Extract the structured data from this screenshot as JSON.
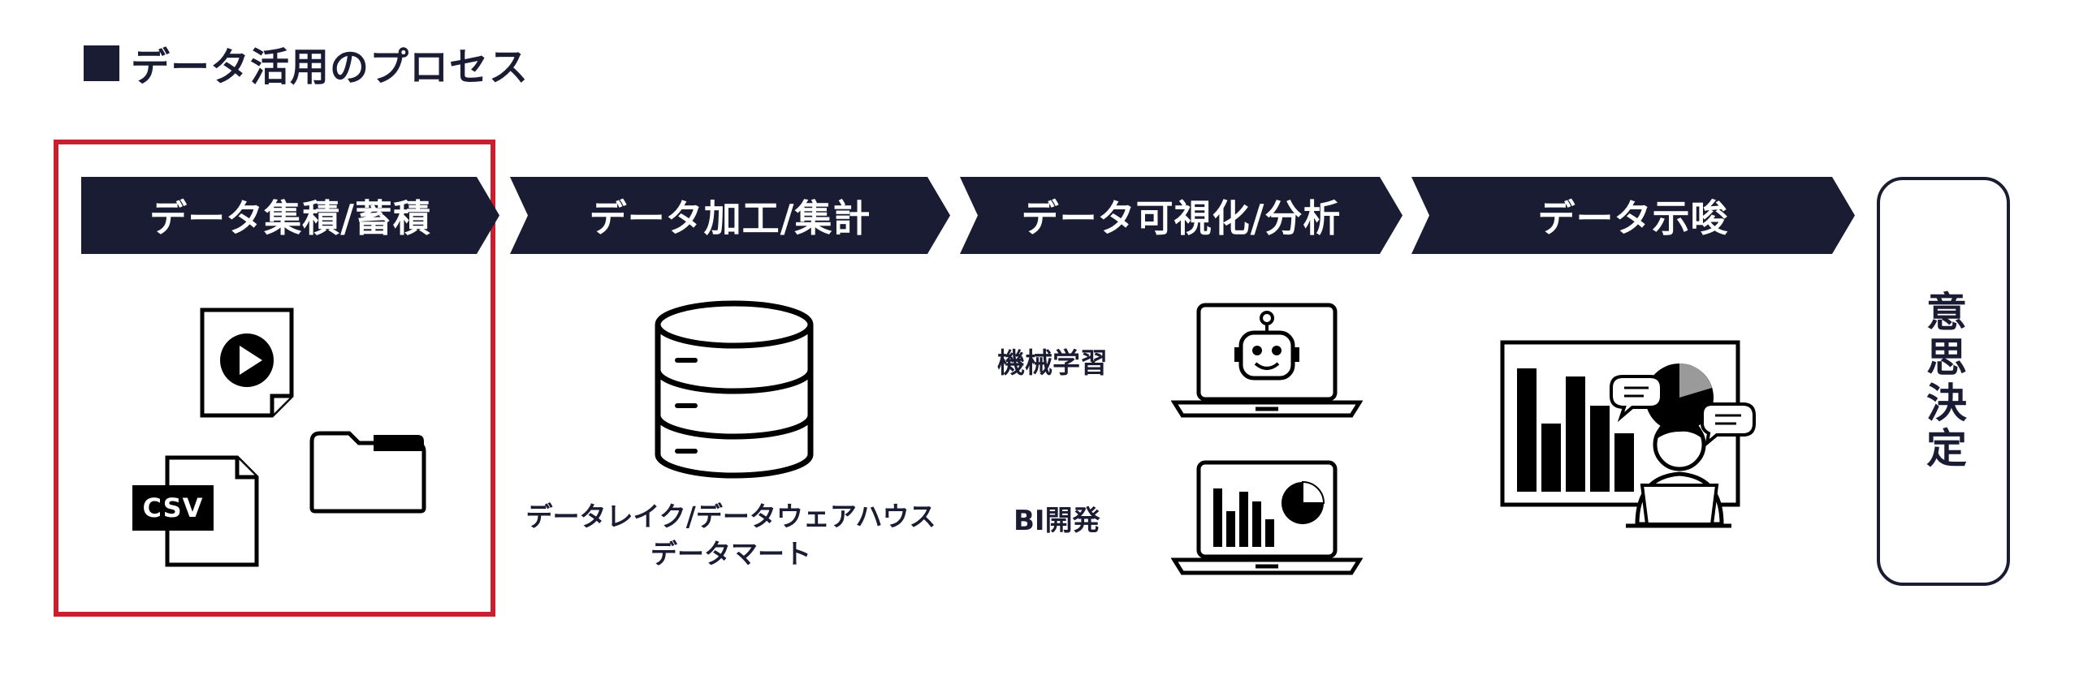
{
  "title": "データ活用のプロセス",
  "steps": [
    {
      "label": "データ集積/蓄積"
    },
    {
      "label": "データ加工/集計"
    },
    {
      "label": "データ可視化/分析"
    },
    {
      "label": "データ示唆"
    }
  ],
  "decision_label": "意思決定",
  "step1_icons": {
    "csv_label": "CSV"
  },
  "step2_caption": {
    "line1": "データレイク/データウェアハウス",
    "line2": "データマート"
  },
  "step3_items": {
    "ml_label": "機械学習",
    "bi_label": "BI開発"
  },
  "colors": {
    "navy": "#1a1c33",
    "highlight": "#c8202e"
  }
}
